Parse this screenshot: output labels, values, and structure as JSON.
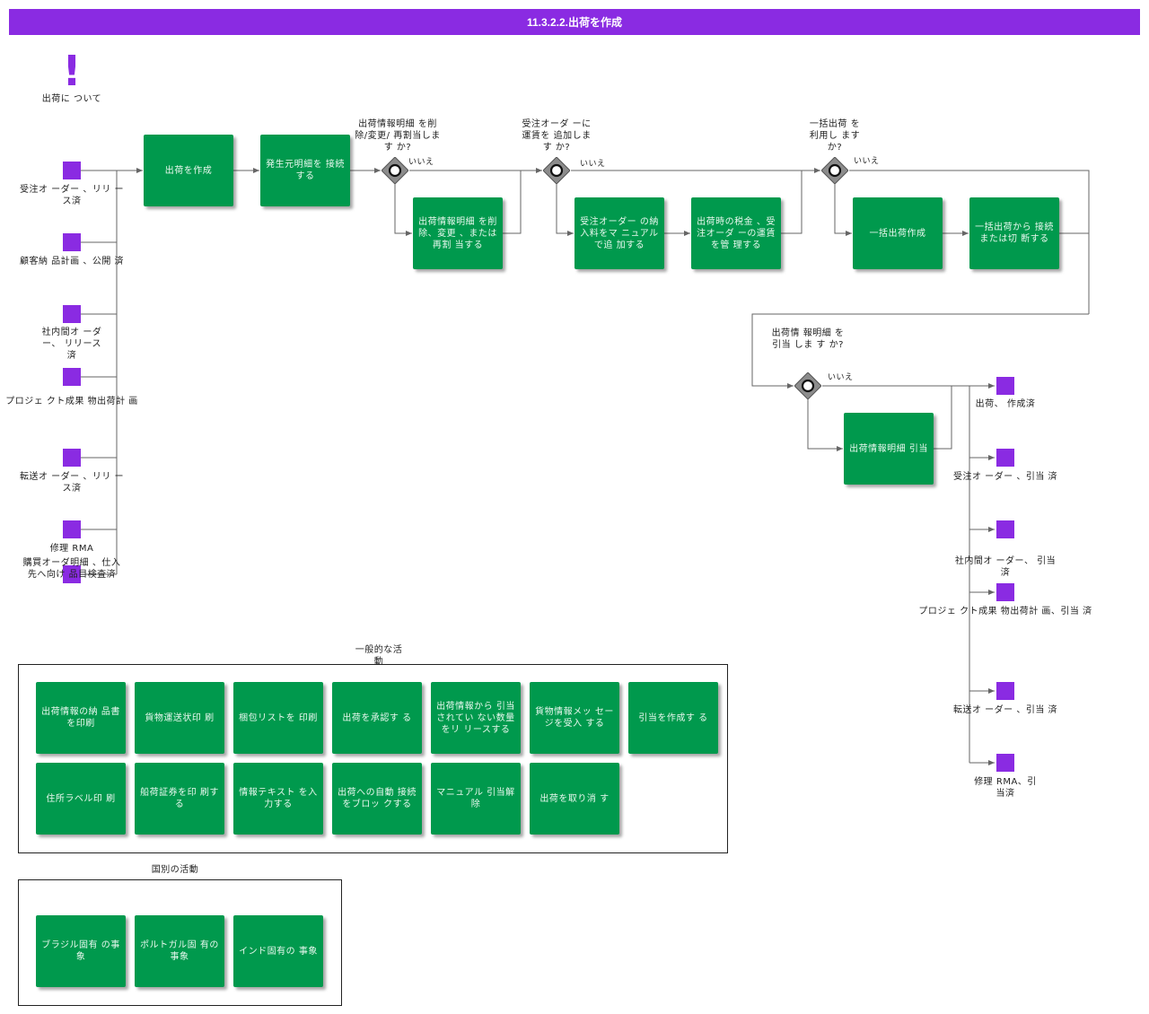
{
  "title": "11.3.2.2.出荷を作成",
  "about_label": "出荷に ついて",
  "colors": {
    "accent": "#8a2be2",
    "task": "#00994d",
    "gateway": "#8c8c8c"
  },
  "start_events": [
    "受注オ ーダー 、リリ ース済",
    "顧客納 品計画 、公開 済",
    "社内間オ ーダー、 リリース 済",
    "プロジェ クト成果 物出荷計 画",
    "転送オ ーダー 、リリ ース済",
    "修理 RMA",
    "購買オーダ明細 、仕入先へ向け 品目検査済"
  ],
  "tasks": {
    "create_shipment": "出荷を作成",
    "connect_source": "発生元明細を 接続する",
    "modify_lines": "出荷情報明細 を削除、変更 、または再割 当する",
    "add_freight": "受注オーダー の納入料をマ ニュアルで追 加する",
    "manage_tax": "出荷時の税金 、受注オーダ ーの運賃を管 理する",
    "consolidate": "一括出荷作成",
    "connect_consolidated": "一括出荷から 接続または切 断する",
    "reserve_lines": "出荷情報明細 引当"
  },
  "gateways": {
    "g1": "出荷情報明細 を削除/変更/ 再割当しま す か?",
    "g2": "受注オーダ ーに運賃を 追加しま す か?",
    "g3": "一括出荷 を利用し ますか?",
    "g4": "出荷情 報明細 を引当 しま す か?"
  },
  "no_label": "いいえ",
  "end_events": [
    "出荷、 作成済",
    "受注オ ーダー 、引当 済",
    "社内間オ ーダー、 引当済",
    "プロジェ クト成果 物出荷計 画、引当 済",
    "転送オ ーダー 、引当 済",
    "修理 RMA、引当済"
  ],
  "general_activities": {
    "title": "一般的な活 動",
    "items": [
      "出荷情報の納 品書を印刷",
      "貨物運送状印 刷",
      "梱包リストを 印刷",
      "出荷を承認す る",
      "出荷情報から 引当されてい ない数量をリ リースする",
      "貨物情報メッ セージを受入 する",
      "引当を作成す る",
      "住所ラベル印 刷",
      "船荷証券を印 刷する",
      "情報テキスト を入力する",
      "出荷への自動 接続をブロッ クする",
      "マニュアル 引当解除",
      "出荷を取り消 す"
    ]
  },
  "country_activities": {
    "title": "国別の活動",
    "items": [
      "ブラジル固有 の事象",
      "ポルトガル固 有の事象",
      "インド固有の 事象"
    ]
  }
}
